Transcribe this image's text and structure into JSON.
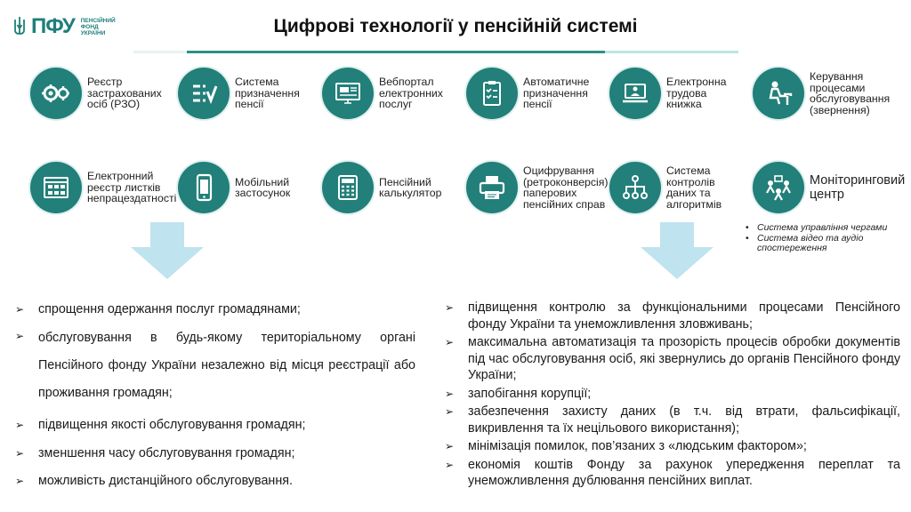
{
  "logo": {
    "name": "ПФУ",
    "sub1": "ПЕНСІЙНИЙ",
    "sub2": "ФОНД",
    "sub3": "УКРАЇНИ"
  },
  "title": "Цифрові технології у пенсійній системі",
  "items": [
    {
      "label": "Реєстр\nзастрахованих\nосіб (РЗО)",
      "icon": "gears-icon"
    },
    {
      "label": "Система\nпризначення\nпенсії",
      "icon": "checklist-icon"
    },
    {
      "label": "Вебпортал\nелектронних\nпослуг",
      "icon": "web-portal-icon"
    },
    {
      "label": "Автоматичне\nпризначення\nпенсії",
      "icon": "clipboard-check-icon"
    },
    {
      "label": "Електронна\nтрудова\nкнижка",
      "icon": "laptop-user-icon"
    },
    {
      "label": "Керування\nпроцесами\nобслуговування\n(звернення)",
      "icon": "person-desk-icon"
    },
    {
      "label": "Електронний\nреєстр листків\nнепрацездатності",
      "icon": "browser-grid-icon"
    },
    {
      "label": "Мобільний\nзастосунок",
      "icon": "mobile-phone-icon"
    },
    {
      "label": "Пенсійний\nкалькулятор",
      "icon": "calculator-icon"
    },
    {
      "label": "Оцифрування\n(ретроконверсія)\nпаперових\nпенсійних справ",
      "icon": "scanner-icon"
    },
    {
      "label": "Система\nконтролів\nданих та\nалгоритмів",
      "icon": "network-icon"
    },
    {
      "label": "Моніторинговий\nцентр",
      "icon": "people-monitor-icon"
    }
  ],
  "monitoring_notes": [
    "Система управління чергами",
    "Система відео та аудіо спостереження"
  ],
  "benefits_left": [
    "спрощення одержання послуг громадянами;",
    "обслуговування в будь-якому територіальному органі Пенсійного фонду України незалежно від місця реєстрації або проживання громадян;",
    "підвищення якості обслуговування громадян;",
    "зменшення часу обслуговування громадян;",
    "можливість дистанційного обслуговування."
  ],
  "benefits_right": [
    "підвищення контролю за функціональними процесами Пенсійного фонду України та унеможливлення зловживань;",
    "максимальна автоматизація та прозорість процесів обробки документів під час обслуговування осіб, які звернулись до органів Пенсійного фонду України;",
    "запобігання корупції;",
    "забезпечення захисту даних (в т.ч. від втрати, фальсифікації, викривлення та їх нецільового використання);",
    "мінімізація помилок, пов’язаних з «людським фактором»;",
    "економія коштів Фонду за рахунок упередження переплат та унеможливлення дублювання пенсійних виплат."
  ],
  "colors": {
    "accent": "#227f79",
    "arrow": "#bfe3ef"
  }
}
